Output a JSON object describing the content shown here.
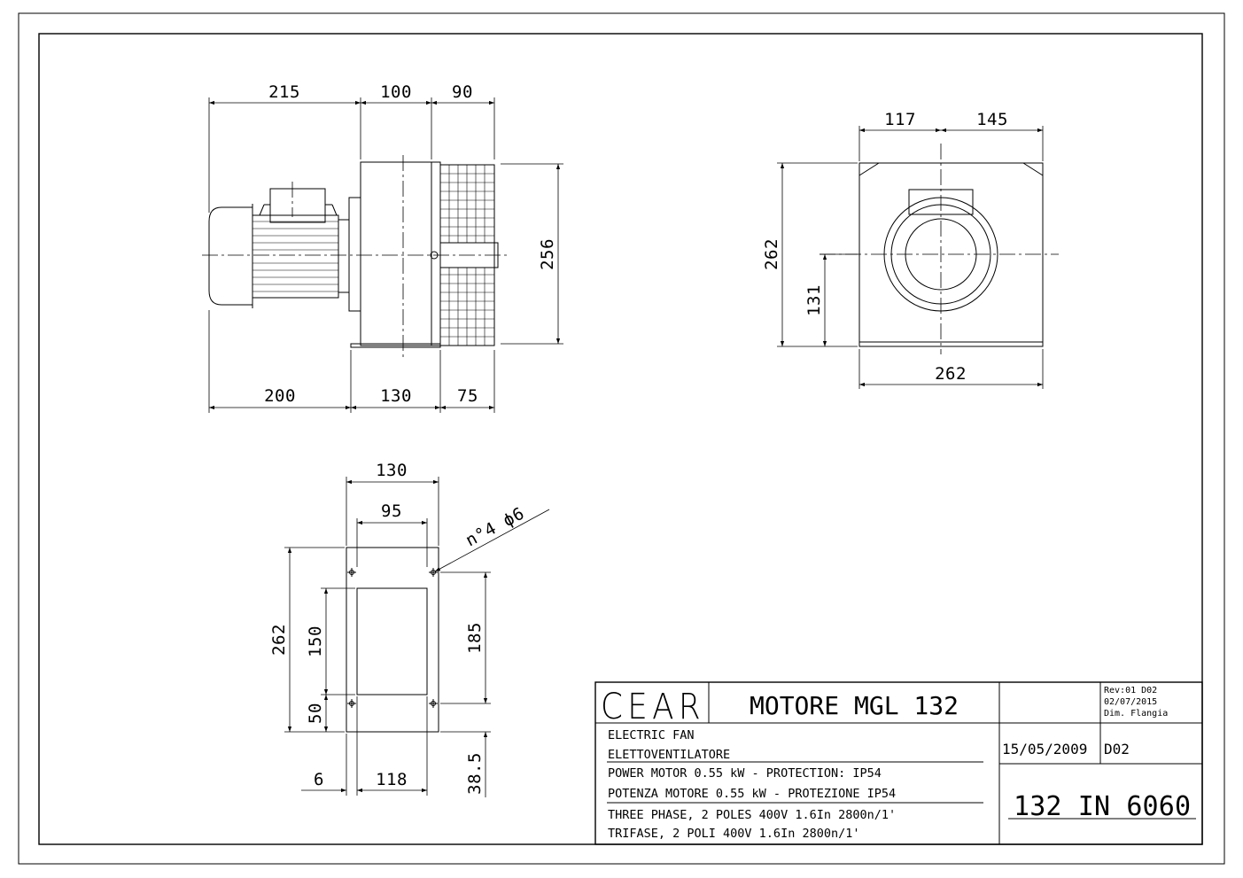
{
  "dimensions": {
    "side_view": {
      "top": [
        "215",
        "100",
        "90"
      ],
      "bottom": [
        "200",
        "130",
        "75"
      ],
      "height": "256"
    },
    "front_view": {
      "top_left": "117",
      "top_right": "145",
      "height": "262",
      "axis_height": "131",
      "width": "262"
    },
    "flange_view": {
      "outer_width": "130",
      "hole_spacing": "95",
      "holes": "n°4 ϕ6",
      "height": "262",
      "opening_height": "150",
      "bottom_offset": "50",
      "hole_vertical_spacing": "185",
      "left_offset": "6",
      "opening_width": "118",
      "bottom_margin": "38.5"
    }
  },
  "title_block": {
    "company": "CEAR",
    "title": "MOTORE MGL 132",
    "revision": {
      "line1": "Rev:01 D02",
      "line2": "02/07/2015",
      "line3": "Dim. Flangia"
    },
    "description": [
      "ELECTRIC FAN",
      "ELETTOVENTILATORE",
      "POWER MOTOR 0.55 kW - PROTECTION: IP54",
      "POTENZA MOTORE 0.55 kW - PROTEZIONE IP54",
      "THREE PHASE, 2 POLES 400V 1.6In 2800n/1'",
      "TRIFASE, 2 POLI 400V 1.6In 2800n/1'"
    ],
    "date": "15/05/2009",
    "sheet_code": "D02",
    "drawing_number": "132 IN 6060"
  }
}
